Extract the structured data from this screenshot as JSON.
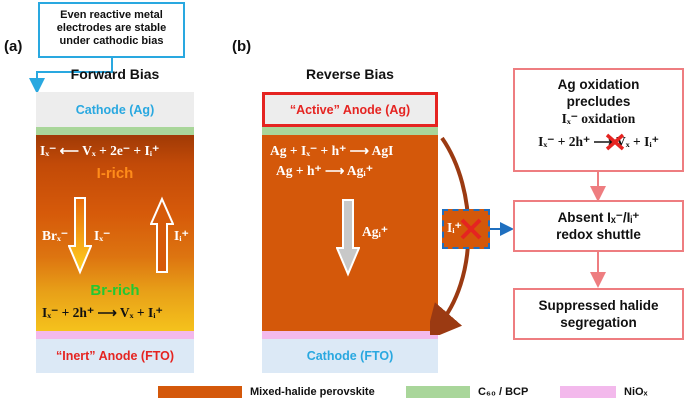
{
  "colors": {
    "perovskite": "#d4580a",
    "c60_bcp": "#a9d69a",
    "niox": "#f3b9ec",
    "cyan": "#29a8e0",
    "red": "#e52421",
    "pink_border": "#ee7d80",
    "top_electrode": "#ededed",
    "bottom_electrode": "#dce9f6",
    "i_rich": "#ff8c1a",
    "br_rich": "#22c832"
  },
  "note": {
    "line1": "Even reactive metal",
    "line2": "electrodes are stable",
    "line3": "under cathodic bias"
  },
  "panel_a": {
    "label": "(a)",
    "title": "Forward Bias",
    "top_electrode": "Cathode (Ag)",
    "bottom_electrode": "“Inert” Anode (FTO)",
    "eq_top": "Iₓ⁻ ⟵ Vₓ + 2e⁻ + Iᵢ⁺",
    "i_rich": "I-rich",
    "br_rich": "Br-rich",
    "arrow_left_labels": [
      "Brₓ⁻",
      "Iₓ⁻"
    ],
    "arrow_right_label": "Iᵢ⁺",
    "eq_bottom": "Iₓ⁻ + 2h⁺ ⟶ Vₓ + Iᵢ⁺"
  },
  "panel_b": {
    "label": "(b)",
    "title": "Reverse Bias",
    "top_electrode": "“Active” Anode (Ag)",
    "bottom_electrode": "Cathode (FTO)",
    "eq1": "Ag + Iₓ⁻ + h⁺ ⟶ AgI",
    "eq2": "Ag + h⁺ ⟶ Agᵢ⁺",
    "arrow_label": "Agᵢ⁺",
    "blocked_ion": "Iᵢ⁺"
  },
  "flow": {
    "box1_lines": [
      "Ag oxidation",
      "precludes",
      "Iₓ⁻ oxidation"
    ],
    "box1_eq": "Iₓ⁻ + 2h⁺ ⟶ Vₓ + Iᵢ⁺",
    "box2_lines": [
      "Absent Iₓ⁻/Iᵢ⁺",
      "redox shuttle"
    ],
    "box3_lines": [
      "Suppressed halide",
      "segregation"
    ]
  },
  "legend": {
    "item1": "Mixed-halide perovskite",
    "item2": "C₆₀ / BCP",
    "item3": "NiOₓ"
  }
}
